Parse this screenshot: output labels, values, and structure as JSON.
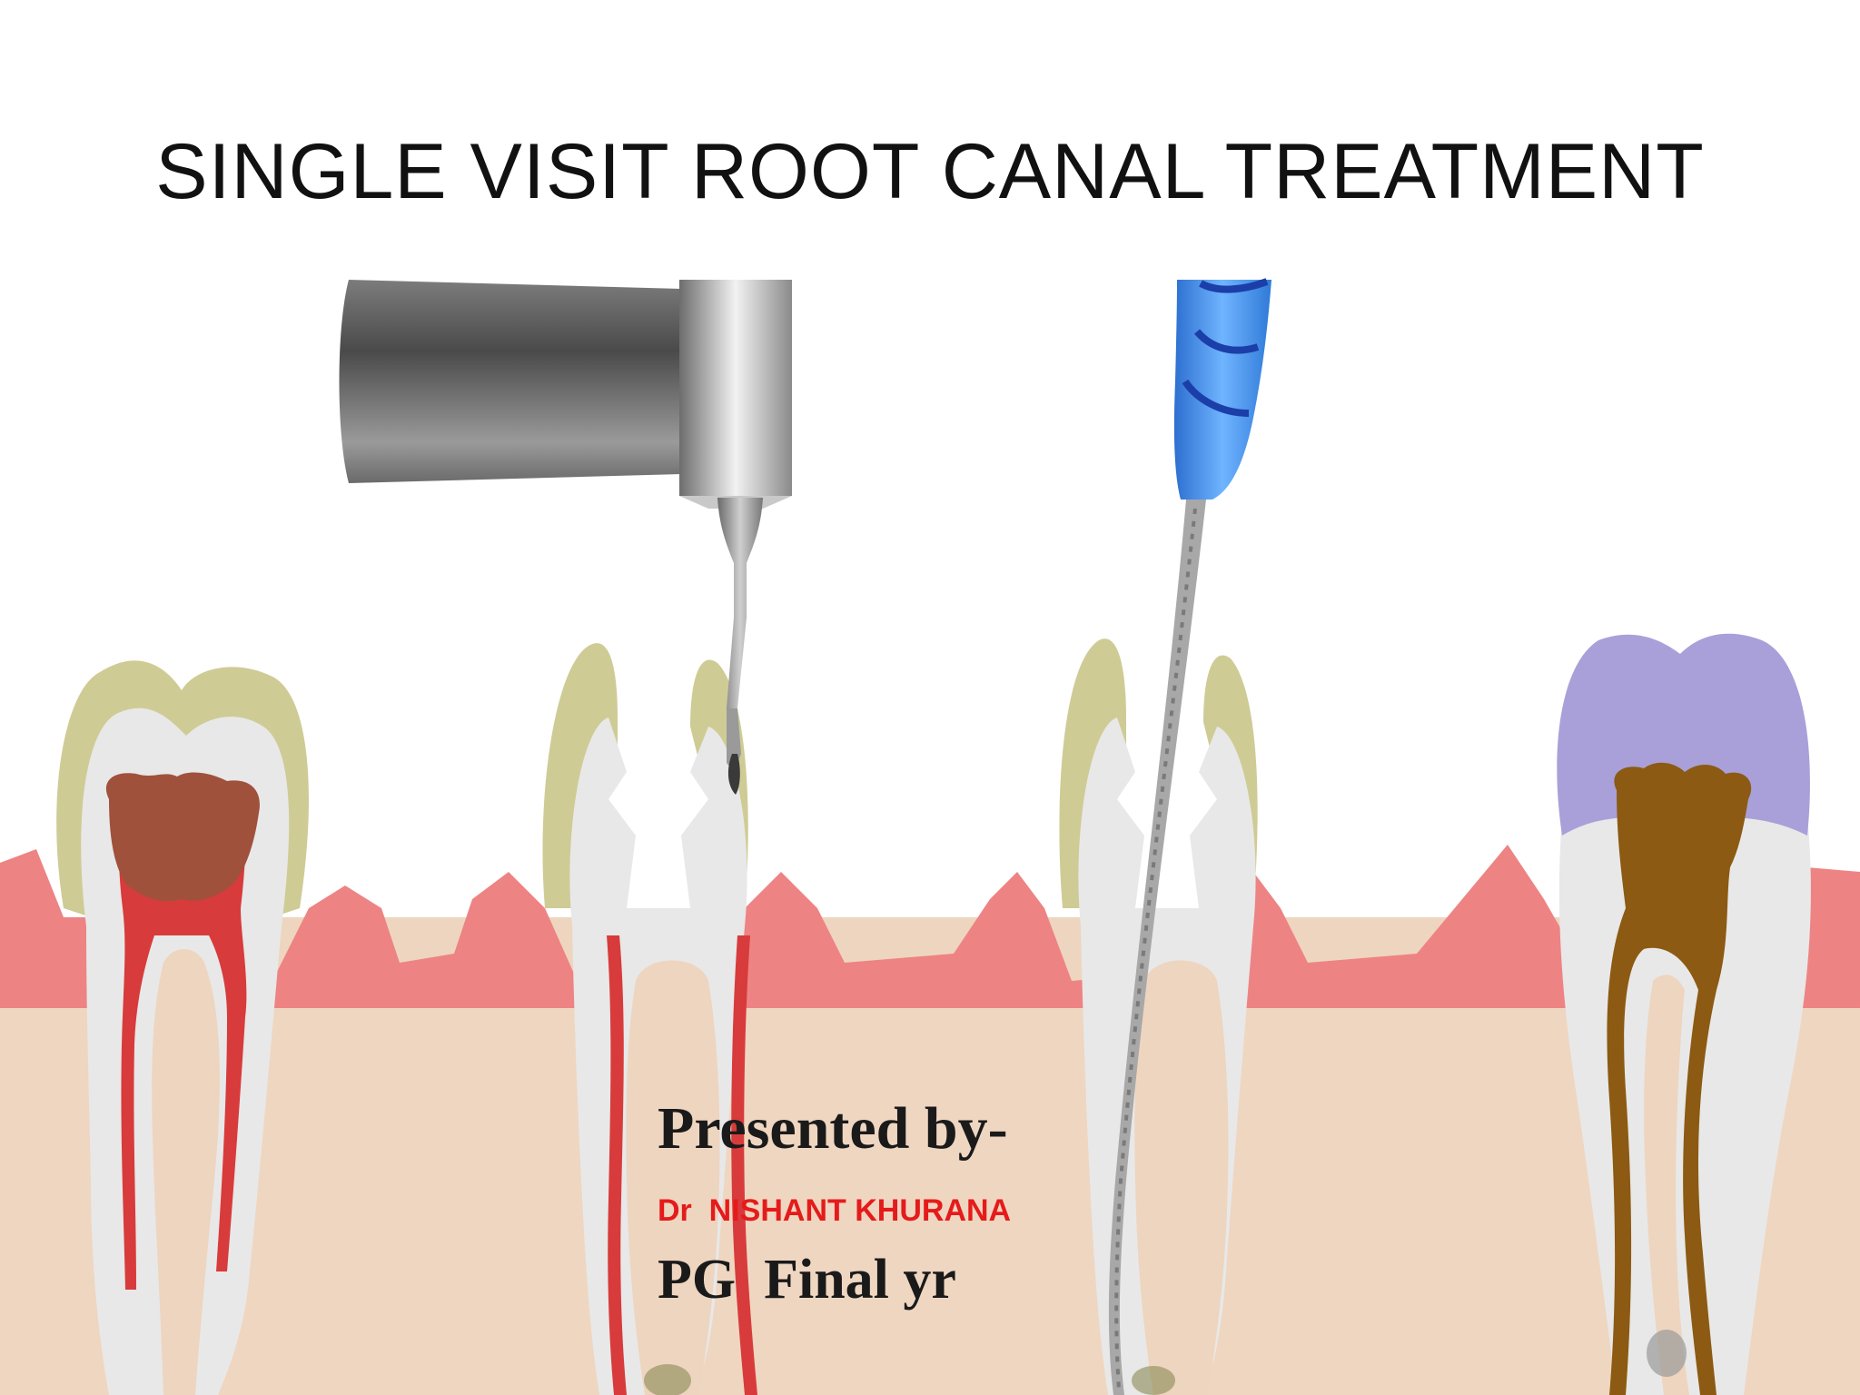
{
  "slide": {
    "title": "SINGLE VISIT ROOT CANAL TREATMENT",
    "presented_by": "Presented by-",
    "presenter_name": "Dr  NISHANT KHURANA",
    "presenter_role": "PG  Final yr"
  },
  "colors": {
    "title_text": "#111111",
    "presenter_name": "#e51b1b",
    "gum": "#ee8383",
    "bone": "#eed5bf",
    "enamel": "#cfcb95",
    "dentin": "#e8e8e8",
    "infected_pulp": "#a0513c",
    "pulp_red": "#d83b3b",
    "filled_canal": "#8c5a12",
    "crown": "#a9a0d9",
    "file_handle": "#3e8ee4"
  },
  "illustration": {
    "teeth": [
      "infected-tooth",
      "access-opening-tooth",
      "instrumented-tooth",
      "filled-crowned-tooth"
    ],
    "instruments": [
      "handpiece-icon",
      "endodontic-file-icon"
    ]
  }
}
